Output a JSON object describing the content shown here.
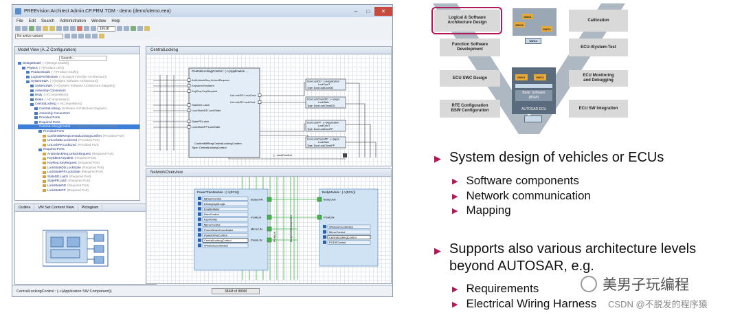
{
  "app": {
    "title": "PREEvision Architect Admin.CP.PRM.TOM - demo (demo\\demo.eea)",
    "menu": [
      "File",
      "Edit",
      "Search",
      "Administration",
      "Window",
      "Help"
    ],
    "zoom_combo": "19x18",
    "variant_combo": "No active variant",
    "model_view": {
      "tab": "Model View (A..Z Configuration)",
      "search_label": "Search...",
      "tree": [
        {
          "label": "DesignModel",
          "meta": "(->(Design Model))",
          "indent": 0,
          "icon": "folder"
        },
        {
          "label": "Physics",
          "meta": "(->(Product Line))",
          "indent": 1,
          "icon": "folder"
        },
        {
          "label": "ProductGoals",
          "meta": "(->(Product Goals))",
          "indent": 2,
          "icon": "folder"
        },
        {
          "label": "LogicalArchitecture",
          "meta": "(->(Logical Function Architecture))",
          "indent": 2,
          "icon": "folder"
        },
        {
          "label": "SystemSWA",
          "meta": "(->(System Software Architecture))",
          "indent": 2,
          "icon": "folder"
        },
        {
          "label": "SystemSWA",
          "meta": "(->(System Software Architecture Diagram))",
          "indent": 3,
          "icon": "folder"
        },
        {
          "label": "Assembly Connectors",
          "meta": "",
          "indent": 3,
          "icon": "folder"
        },
        {
          "label": "Body",
          "meta": "(->(Composition))",
          "indent": 3,
          "icon": "folder"
        },
        {
          "label": "Brake",
          "meta": "(->(Composition))",
          "indent": 3,
          "icon": "folder"
        },
        {
          "label": "CentralLocking",
          "meta": "(->(Composition))",
          "indent": 3,
          "icon": "folder"
        },
        {
          "label": "CentralLocking",
          "meta": "(Software Architecture Diagram)",
          "indent": 4,
          "icon": "folder"
        },
        {
          "label": "Assembly Connectors",
          "meta": "",
          "indent": 4,
          "icon": "folder"
        },
        {
          "label": "Provided Ports",
          "meta": "",
          "indent": 4,
          "icon": "folder"
        },
        {
          "label": "Required Ports",
          "meta": "",
          "indent": 4,
          "icon": "folder"
        },
        {
          "label": "CentralLockingControl",
          "meta": "(->(Application SW Component))",
          "indent": 4,
          "icon": "folder",
          "selected": true
        },
        {
          "label": "Provided Ports",
          "meta": "",
          "indent": 5,
          "icon": "folder"
        },
        {
          "label": "ConfirmBltRespCentralLockingConfirm",
          "meta": "(Provided Port)",
          "indent": 6,
          "icon": "port"
        },
        {
          "label": "UnLockDD.LockCmd",
          "meta": "(Provided Port)",
          "indent": 6,
          "icon": "port"
        },
        {
          "label": "UnLockPP.LockCmd",
          "meta": "(Provided Port)",
          "indent": 6,
          "icon": "port"
        },
        {
          "label": "Required Ports",
          "meta": "",
          "indent": 5,
          "icon": "folder"
        },
        {
          "label": "AntiUnlockReq.UnlockRequest",
          "meta": "(Required Port)",
          "indent": 6,
          "icon": "port"
        },
        {
          "label": "KeyIdent.KeyIdent",
          "meta": "(Required Port)",
          "indent": 6,
          "icon": "port"
        },
        {
          "label": "KeyReq.KeyRequest",
          "meta": "(Required Port)",
          "indent": 6,
          "icon": "port"
        },
        {
          "label": "LockStateDD.LockState",
          "meta": "(Required Port)",
          "indent": 6,
          "icon": "port"
        },
        {
          "label": "LockStatePP.LockState",
          "meta": "(Required Port)",
          "indent": 6,
          "icon": "port"
        },
        {
          "label": "StateDD.Latch",
          "meta": "(Required Port)",
          "indent": 6,
          "icon": "port"
        },
        {
          "label": "StatePP.Latch",
          "meta": "(Required Port)",
          "indent": 6,
          "icon": "port"
        },
        {
          "label": "LockStateDD",
          "meta": "(Required Port)",
          "indent": 6,
          "icon": "port"
        },
        {
          "label": "LockStatePP",
          "meta": "(Required Port)",
          "indent": 6,
          "icon": "port"
        }
      ]
    },
    "outline_tabs": [
      "Outline",
      "VM Set Content View",
      "Pictogram"
    ],
    "editor1": {
      "tab": "CentralLocking",
      "block_title": "CentralLockingControl : (->(Application ...",
      "ports_left": [
        "AntiUnlockReq.UnlockRequest",
        "KeyIdent.KeyIdent",
        "KeyReq.KeyRequest",
        "StateDD.Latch",
        "LockStateDD.LockState",
        "StatePP.Latch",
        "LockStatePP.LockState"
      ],
      "ports_right": [
        "UnLockDD.LockCmd",
        "UnLockPP.LockCmd"
      ],
      "bottom_port": "ConfirmBltRespCentralLockingConfirm",
      "bottom_type": "Type: CentralLockingControl",
      "right_blocks": [
        {
          "title": "DoorLockDD : (->(Application",
          "line": "LockCmdT",
          "type": "Type: DoorLockDoorDD"
        },
        {
          "title": "DoorLockCheckDD : (->(Appl...",
          "line": "LockState",
          "type": "Type: DoorLockCheckDD"
        },
        {
          "title": "DoorLockPP : (->(Application",
          "line": "LockCmdT",
          "type": "Type: DoorLockDoorPP"
        },
        {
          "title": "DoorLockCheckPP : (->(Appl...",
          "line": "LockState",
          "type": "Type: DoorLockCheckPP"
        }
      ],
      "confirm_label": "(...LockConfirm"
    },
    "editor2": {
      "tab": "NetworkOverview",
      "ecu1": {
        "title": "PowerTrainModule : (->(ECU))",
        "items": [
          "BlinkerControl",
          "DrivingLightLogic",
          "EnableMeter",
          "HornControl",
          "KeyVerifier",
          "MirrorControl",
          "PowerBrakeCoordinator",
          "PowerDriveControl",
          "CentralLockingControl",
          "WindowCoordinator"
        ],
        "ports": [
          "BodyCAN",
          "PGMLIN",
          "MirrorLIN",
          "PanelLIN"
        ]
      },
      "ecu2": {
        "title": "BodyModule : (->(ECU))",
        "items": [
          "WindowCoordinator",
          "MirrorControl",
          "CentralLockingControl",
          "PODSControl"
        ],
        "ports": [
          "BodyCAN",
          "PGMLIN"
        ]
      },
      "bus_labels": [
        "PGMLIN",
        "BodyCANHumanCAN"
      ]
    },
    "status_text": "CentralLockingControl : (->(Application SW Component))",
    "memory": "384M of 880M"
  },
  "vdiagram": {
    "boxes": {
      "logical": "Logical & Software\nArchitecture Design",
      "calibration": "Calibration",
      "func_dev": "Function Software\nDevelopment",
      "ecu_test": "ECU-/System-Test",
      "ecu_swc": "ECU SWC Design",
      "ecu_mon": "ECU Monitoring\nand Debugging",
      "rte": "RTE Configuration\nBSW Configuration",
      "ecu_sw_int": "ECU SW Integration"
    },
    "swc_labels": [
      "SWC1",
      "SWC2",
      "SWC3",
      "SWC4",
      "SWC1",
      "SWC2"
    ],
    "bsw_label": "Basic Software\n(BSW)",
    "ecu_label": "AUTOSAR ECU",
    "colors": {
      "highlight": "#b0185a",
      "box": "#d9d9d9",
      "swc": "#e8a93b",
      "dark": "#5a6b7e"
    }
  },
  "bullets": {
    "main1": "System design of vehicles or ECUs",
    "sub1": [
      "Software components",
      "Network communication",
      "Mapping"
    ],
    "main2_line1": "Supports also various architecture levels",
    "main2_line2": "beyond AUTOSAR, e.g.",
    "sub2": [
      "Requirements",
      "Electrical Wiring Harness"
    ]
  },
  "watermark": {
    "main": "美男子玩编程",
    "csdn": "CSDN @不脱发的程序猿"
  },
  "accent_color": "#b0185a"
}
